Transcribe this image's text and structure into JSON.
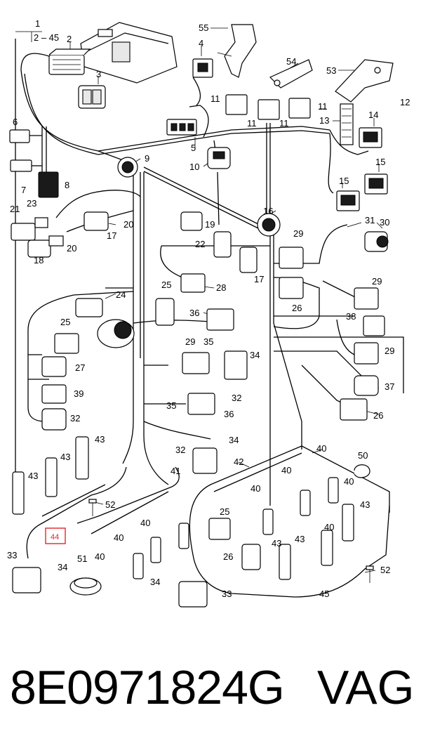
{
  "diagram": {
    "callouts": {
      "c1": "1",
      "c2_45": "2 – 45",
      "c2": "2",
      "c3": "3",
      "c4": "4",
      "c5": "5",
      "c6": "6",
      "c7": "7",
      "c8": "8",
      "c9": "9",
      "c10": "10",
      "c11a": "11",
      "c11b": "11",
      "c11c": "11",
      "c11d": "11",
      "c12": "12",
      "c13": "13",
      "c14": "14",
      "c15a": "15",
      "c15b": "15",
      "c16": "16",
      "c17a": "17",
      "c17b": "17",
      "c18": "18",
      "c19": "19",
      "c20a": "20",
      "c20b": "20",
      "c21": "21",
      "c22": "22",
      "c23": "23",
      "c24": "24",
      "c25a": "25",
      "c25b": "25",
      "c25c": "25",
      "c26a": "26",
      "c26b": "26",
      "c26c": "26",
      "c27": "27",
      "c28": "28",
      "c29a": "29",
      "c29b": "29",
      "c29c": "29",
      "c29d": "29",
      "c30": "30",
      "c31": "31",
      "c32a": "32",
      "c32b": "32",
      "c32c": "32",
      "c33a": "33",
      "c33b": "33",
      "c34a": "34",
      "c34b": "34",
      "c34c": "34",
      "c34d": "34",
      "c35a": "35",
      "c35b": "35",
      "c36a": "36",
      "c36b": "36",
      "c37": "37",
      "c38": "38",
      "c39": "39",
      "c40a": "40",
      "c40b": "40",
      "c40c": "40",
      "c40d": "40",
      "c40e": "40",
      "c40f": "40",
      "c40g": "40",
      "c40h": "40",
      "c41": "41",
      "c42": "42",
      "c43a": "43",
      "c43b": "43",
      "c43c": "43",
      "c43d": "43",
      "c43e": "43",
      "c43f": "43",
      "c44": "44",
      "c45": "45",
      "c50": "50",
      "c51": "51",
      "c52a": "52",
      "c52b": "52",
      "c53": "53",
      "c54": "54",
      "c55": "55"
    },
    "highlight_color": "#e0262f"
  },
  "footer": {
    "part_number": "8E0971824G",
    "brand": "VAG"
  }
}
